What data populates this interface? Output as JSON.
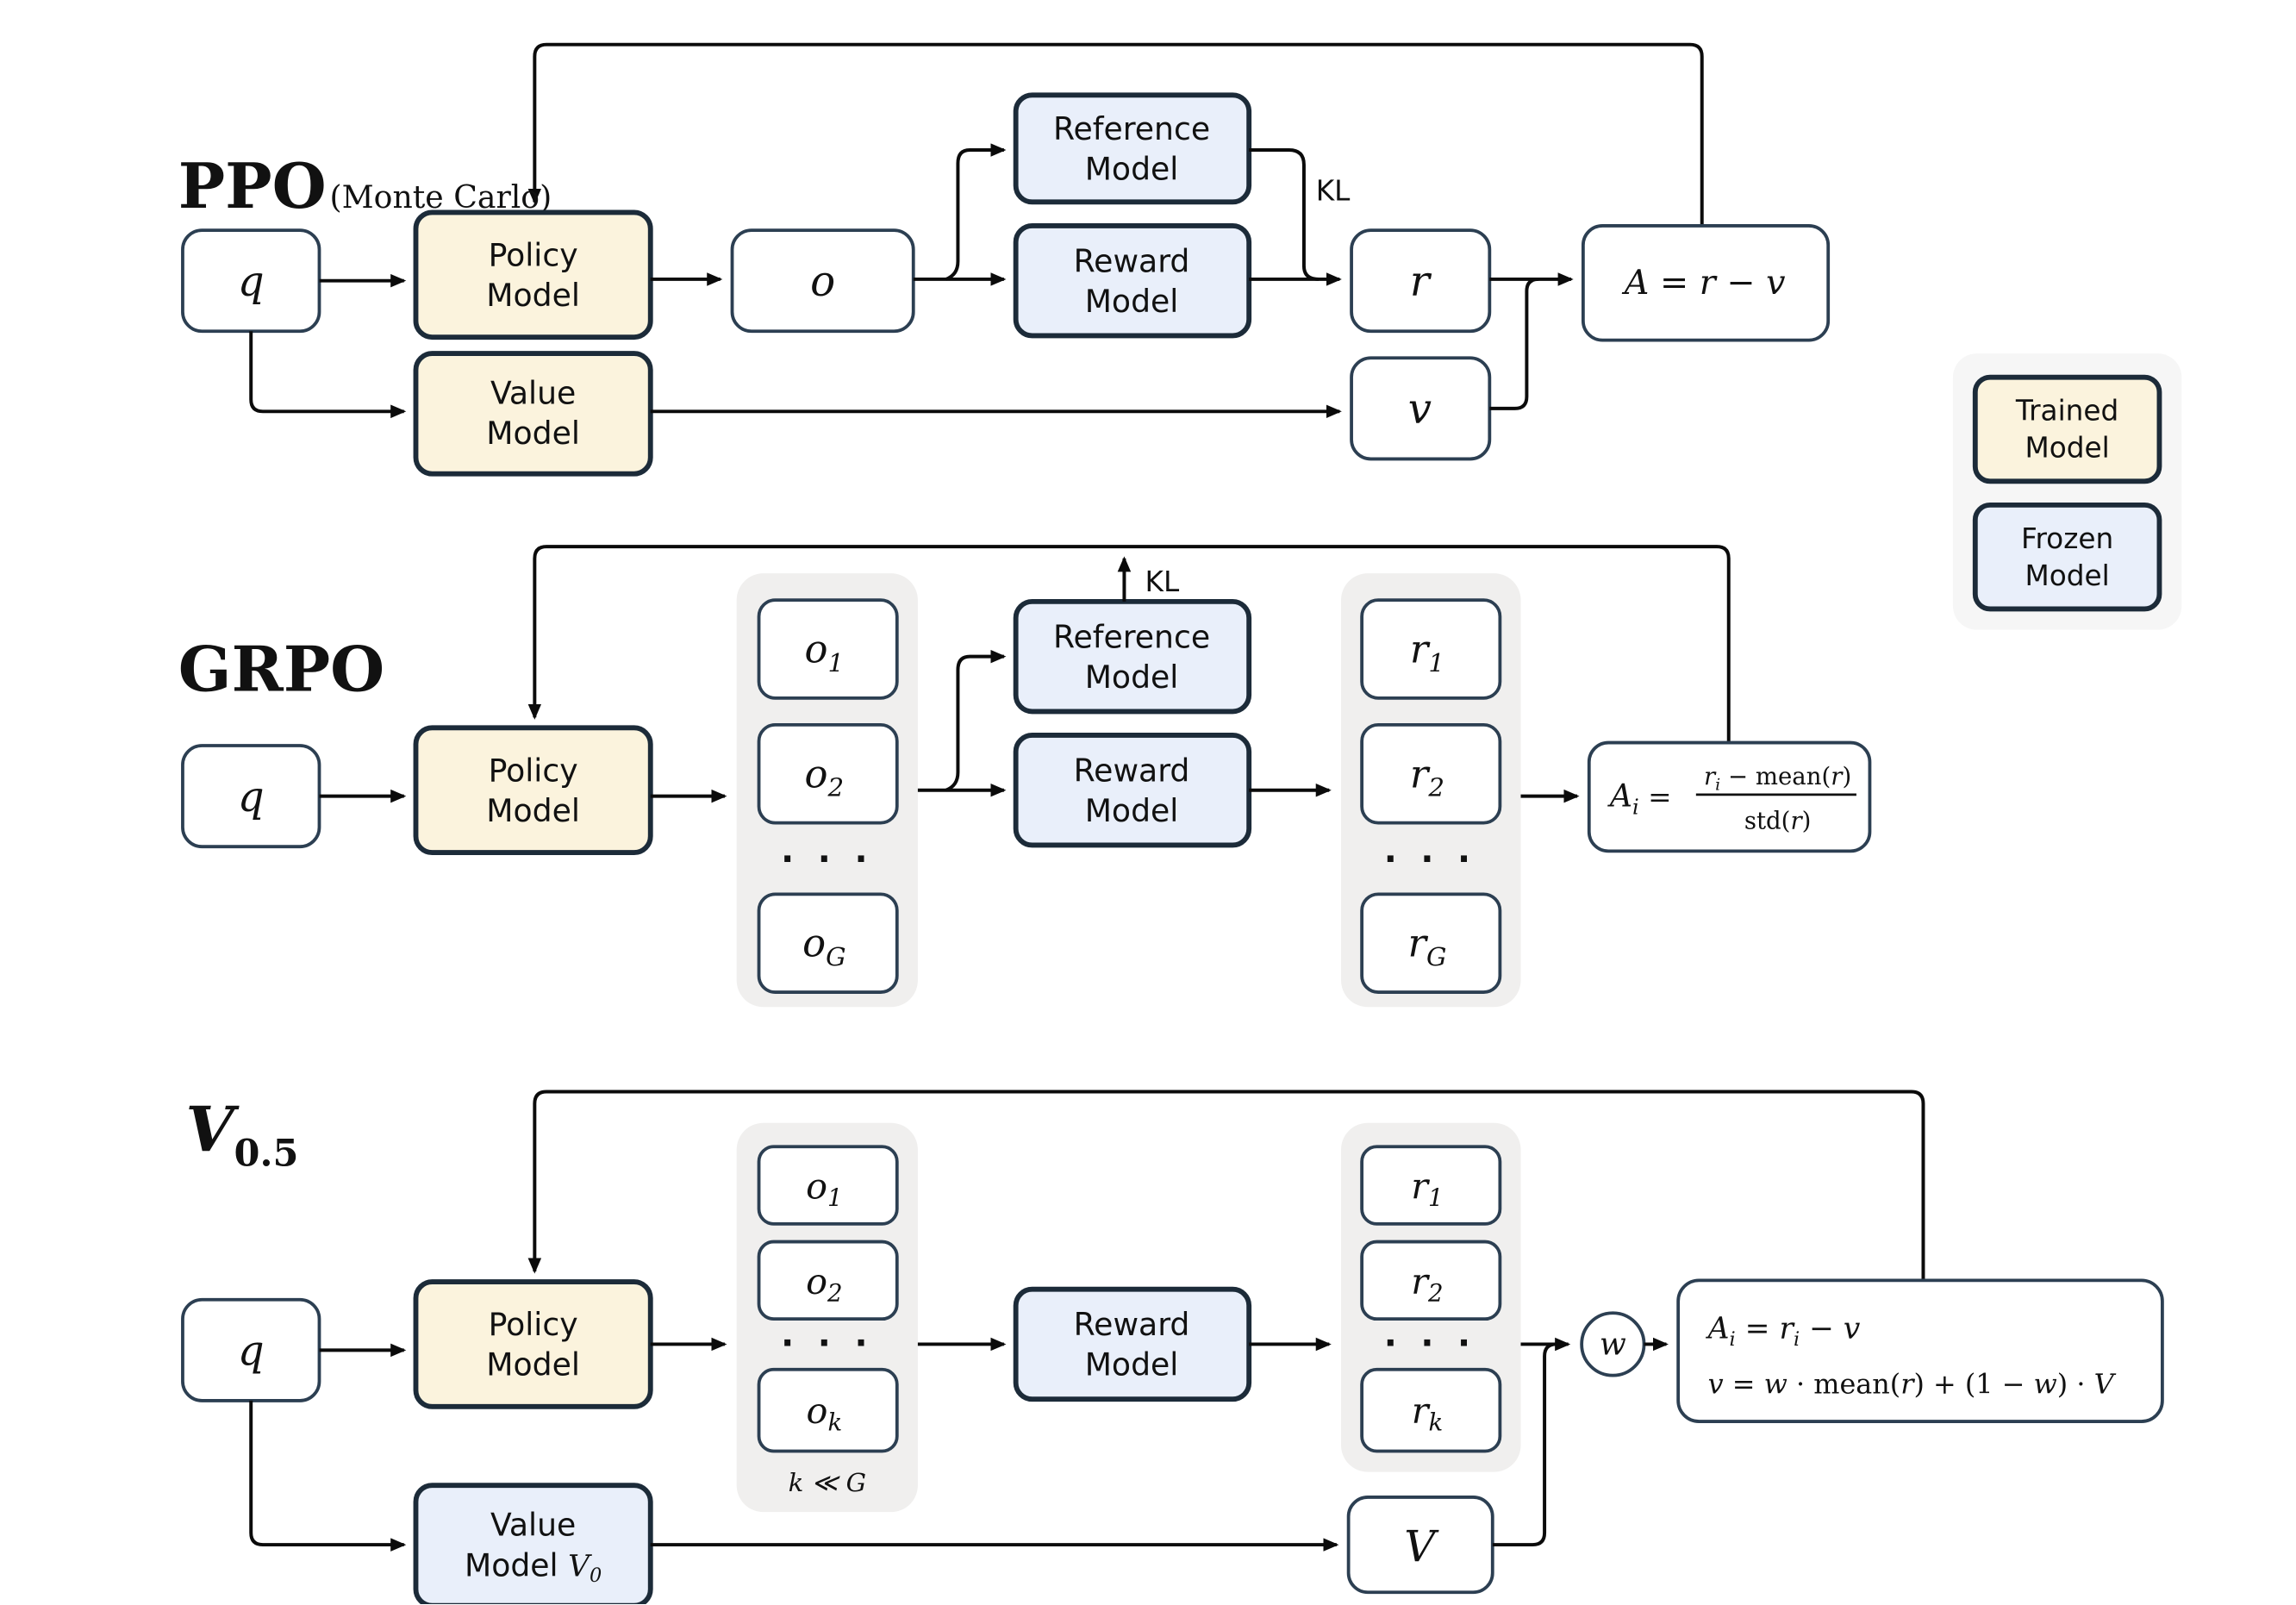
{
  "colors": {
    "trained_fill": "#fbf3dd",
    "frozen_fill": "#e9effa",
    "border_thick": "#1c2b39",
    "border_thin": "#2c3f52",
    "group_bg": "#f0efee",
    "legend_bg": "#f6f6f6",
    "line": "#0b0b0b",
    "text": "#111111"
  },
  "legend": {
    "trained": [
      "Trained",
      "Model"
    ],
    "frozen": [
      "Frozen",
      "Model"
    ]
  },
  "ppo": {
    "title": "PPO",
    "subtitle": "(Monte Carlo)",
    "q": "q",
    "policy": [
      "Policy",
      "Model"
    ],
    "value": [
      "Value",
      "Model"
    ],
    "o": "o",
    "reference": [
      "Reference",
      "Model"
    ],
    "reward": [
      "Reward",
      "Model"
    ],
    "kl": "KL",
    "r": "r",
    "v": "v",
    "advantage": "A = r − v"
  },
  "grpo": {
    "title": "GRPO",
    "q": "q",
    "policy": [
      "Policy",
      "Model"
    ],
    "outputs": [
      {
        "main": "o",
        "sub": "1"
      },
      {
        "main": "o",
        "sub": "2"
      },
      {
        "main": "o",
        "sub": "G"
      }
    ],
    "dots": "· · ·",
    "reference": [
      "Reference",
      "Model"
    ],
    "reward": [
      "Reward",
      "Model"
    ],
    "kl": "KL",
    "rewards": [
      {
        "main": "r",
        "sub": "1"
      },
      {
        "main": "r",
        "sub": "2"
      },
      {
        "main": "r",
        "sub": "G"
      }
    ],
    "formula": {
      "lhs": "A",
      "lhs_sub": "i",
      "eq": "=",
      "num": [
        "r",
        "i",
        " − mean(",
        "r",
        ")"
      ],
      "den": [
        "std(",
        "r",
        ")"
      ]
    }
  },
  "v05": {
    "title_main": "V",
    "title_sub": "0.5",
    "q": "q",
    "policy": [
      "Policy",
      "Model"
    ],
    "value": [
      "Value",
      "Model"
    ],
    "value_v_main": "V",
    "value_v_sub": "0",
    "outputs": [
      {
        "main": "o",
        "sub": "1"
      },
      {
        "main": "o",
        "sub": "2"
      },
      {
        "main": "o",
        "sub": "k"
      }
    ],
    "dots": "· · ·",
    "k_note": "k ≪ G",
    "reward": [
      "Reward",
      "Model"
    ],
    "rewards": [
      {
        "main": "r",
        "sub": "1"
      },
      {
        "main": "r",
        "sub": "2"
      },
      {
        "main": "r",
        "sub": "k"
      }
    ],
    "V": "V",
    "w": "w",
    "formula_line1": [
      "A",
      "i",
      " = ",
      "r",
      "i",
      " − ",
      "v"
    ],
    "formula_line2": [
      "v",
      "  =  ",
      "w",
      " · mean(",
      "r",
      ") + (1 − ",
      "w",
      ") · ",
      "V"
    ]
  }
}
